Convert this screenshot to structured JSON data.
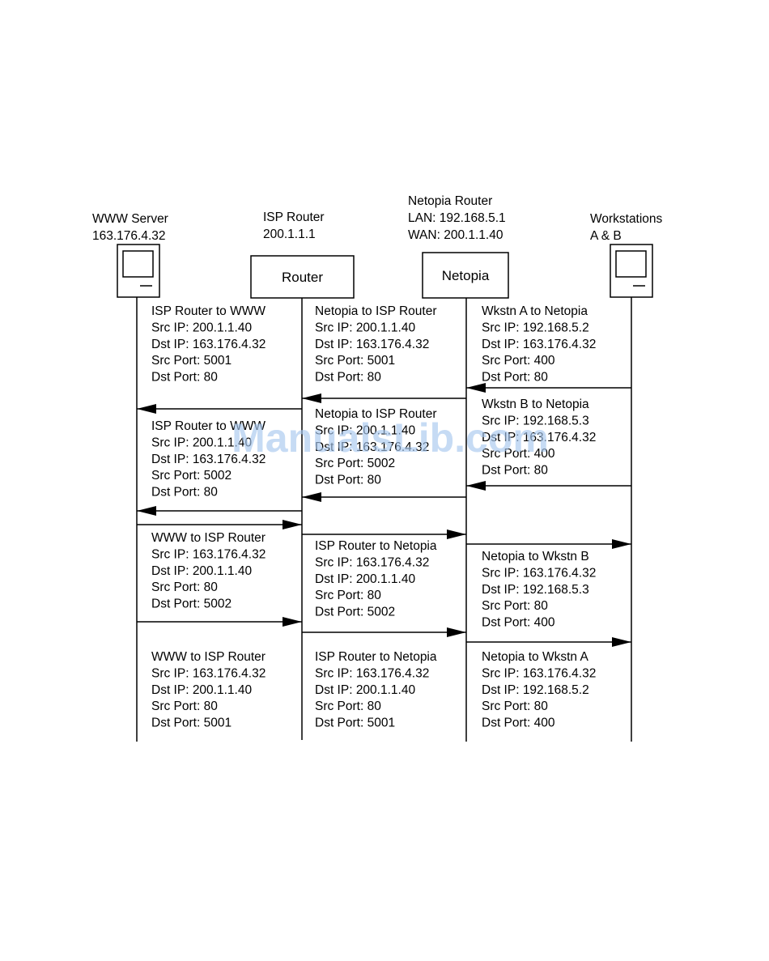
{
  "nodes": {
    "www_server": {
      "title": "WWW Server",
      "address": "163.176.4.32"
    },
    "isp_router": {
      "title": "ISP Router",
      "address": "200.1.1.1",
      "box_label": "Router"
    },
    "netopia_router": {
      "title": "Netopia Router",
      "lan": "LAN: 192.168.5.1",
      "wan": "WAN: 200.1.1.40",
      "box_label": "Netopia"
    },
    "workstations": {
      "title": "Workstations",
      "subtitle": "A & B"
    }
  },
  "messages": [
    {
      "id": "isp-to-www-a",
      "lines": [
        "ISP Router to WWW",
        "Src IP: 200.1.1.40",
        "Dst IP: 163.176.4.32",
        "Src Port: 5001",
        "Dst Port: 80"
      ]
    },
    {
      "id": "netopia-to-isp-a",
      "lines": [
        "Netopia to ISP Router",
        "Src IP: 200.1.1.40",
        "Dst IP: 163.176.4.32",
        "Src Port: 5001",
        "Dst Port: 80"
      ]
    },
    {
      "id": "wkstn-a-to-netopia",
      "lines": [
        "Wkstn A to Netopia",
        "Src IP: 192.168.5.2",
        "Dst IP: 163.176.4.32",
        "Src Port: 400",
        "Dst Port: 80"
      ]
    },
    {
      "id": "wkstn-b-to-netopia",
      "lines": [
        "Wkstn B to Netopia",
        "Src IP: 192.168.5.3",
        "Dst IP: 163.176.4.32",
        "Src Port: 400",
        "Dst Port: 80"
      ]
    },
    {
      "id": "netopia-to-isp-b",
      "lines": [
        "Netopia to ISP Router",
        "Src IP: 200.1.1.40",
        "Dst IP: 163.176.4.32",
        "Src Port: 5002",
        "Dst Port: 80"
      ]
    },
    {
      "id": "isp-to-www-b",
      "lines": [
        "ISP Router to WWW",
        "Src IP: 200.1.1.40",
        "Dst IP: 163.176.4.32",
        "Src Port: 5002",
        "Dst Port: 80"
      ]
    },
    {
      "id": "www-to-isp-b",
      "lines": [
        "WWW to ISP Router",
        "Src IP: 163.176.4.32",
        "Dst IP: 200.1.1.40",
        "Src Port: 80",
        "Dst Port: 5002"
      ]
    },
    {
      "id": "isp-to-netopia-b",
      "lines": [
        "ISP Router to Netopia",
        "Src IP: 163.176.4.32",
        "Dst IP: 200.1.1.40",
        "Src Port: 80",
        "Dst Port: 5002"
      ]
    },
    {
      "id": "netopia-to-wkstn-b",
      "lines": [
        "Netopia to Wkstn B",
        "Src IP: 163.176.4.32",
        "Dst IP: 192.168.5.3",
        "Src Port: 80",
        "Dst Port: 400"
      ]
    },
    {
      "id": "www-to-isp-a",
      "lines": [
        "WWW to ISP Router",
        "Src IP: 163.176.4.32",
        "Dst IP: 200.1.1.40",
        "Src Port: 80",
        "Dst Port: 5001"
      ]
    },
    {
      "id": "isp-to-netopia-a",
      "lines": [
        "ISP Router to Netopia",
        "Src IP: 163.176.4.32",
        "Dst IP: 200.1.1.40",
        "Src Port: 80",
        "Dst Port: 5001"
      ]
    },
    {
      "id": "netopia-to-wkstn-a",
      "lines": [
        "Netopia to Wkstn A",
        "Src IP: 163.176.4.32",
        "Dst IP: 192.168.5.2",
        "Src Port: 80",
        "Dst Port: 400"
      ]
    }
  ],
  "watermark": "ManualsLib.com",
  "colors": {
    "ink": "#000000",
    "watermark": "#a8c8ee"
  }
}
